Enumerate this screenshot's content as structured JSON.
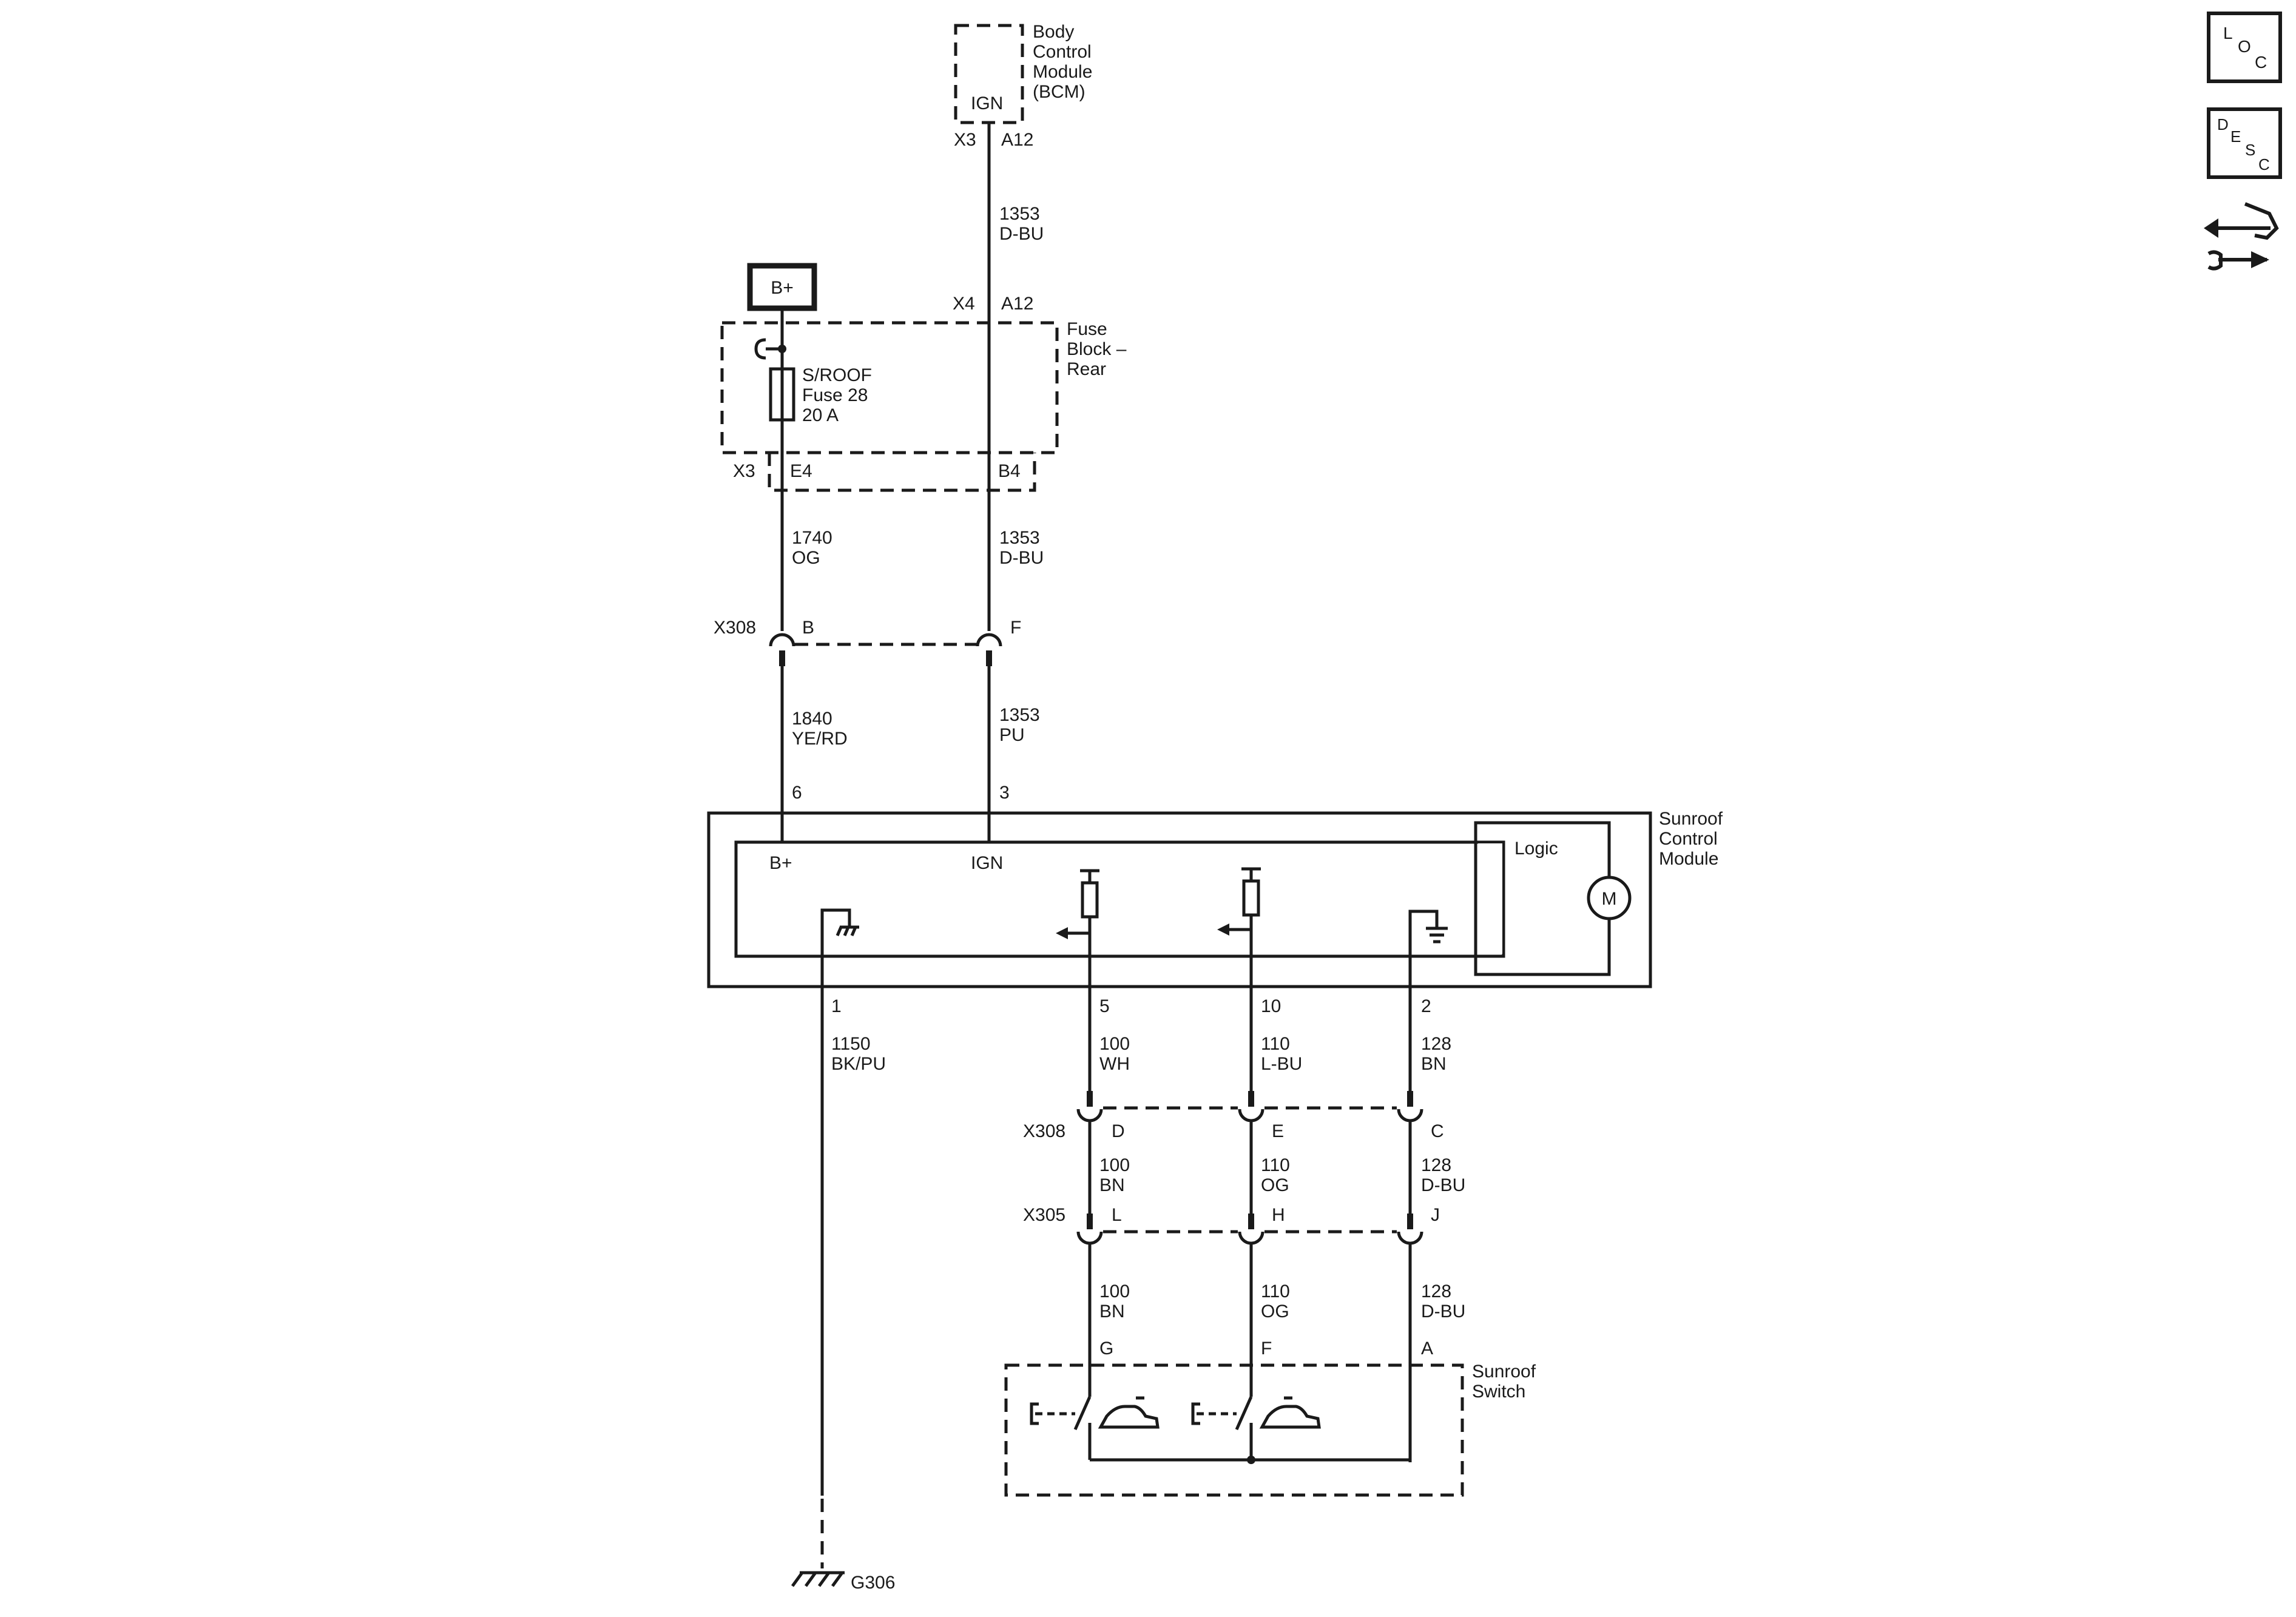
{
  "labels": {
    "bcm_name": [
      "Body",
      "Control",
      "Module",
      "(BCM)"
    ],
    "bcm_ign": "IGN",
    "bcm_conn": "X3",
    "bcm_pin": "A12",
    "circuit_top": [
      "1353",
      "D-BU"
    ],
    "fb_conn_top": "X4",
    "fb_pin_top": "A12",
    "bplus": "B+",
    "fuse_block_name": [
      "Fuse",
      "Block –",
      "Rear"
    ],
    "fuse": [
      "S/ROOF",
      "Fuse 28",
      "20 A"
    ],
    "fb_conn_bottom": "X3",
    "fb_pin_e4": "E4",
    "fb_pin_b4": "B4",
    "circuit_1740": [
      "1740",
      "OG"
    ],
    "circuit_1353_dbu": [
      "1353",
      "D-BU"
    ],
    "x308_top": "X308",
    "x308_pin_b": "B",
    "x308_pin_f": "F",
    "circuit_1840": [
      "1840",
      "YE/RD"
    ],
    "circuit_1353_pu": [
      "1353",
      "PU"
    ],
    "scm_pin_6": "6",
    "scm_pin_3": "3",
    "scm_name": [
      "Sunroof",
      "Control",
      "Module"
    ],
    "scm_bplus": "B+",
    "scm_ign": "IGN",
    "scm_logic": "Logic",
    "motor": "M",
    "scm_pin_1": "1",
    "scm_pin_5": "5",
    "scm_pin_10": "10",
    "scm_pin_2": "2",
    "circuit_1150": [
      "1150",
      "BK/PU"
    ],
    "circuit_100_wh": [
      "100",
      "WH"
    ],
    "circuit_110_lbu": [
      "110",
      "L-BU"
    ],
    "circuit_128_bn": [
      "128",
      "BN"
    ],
    "x308_bottom": "X308",
    "x308_pin_d": "D",
    "x308_pin_e": "E",
    "x308_pin_c": "C",
    "circuit_100_bn_a": [
      "100",
      "BN"
    ],
    "circuit_110_og_a": [
      "110",
      "OG"
    ],
    "circuit_128_dbu_a": [
      "128",
      "D-BU"
    ],
    "x305": "X305",
    "x305_pin_l": "L",
    "x305_pin_h": "H",
    "x305_pin_j": "J",
    "circuit_100_bn_b": [
      "100",
      "BN"
    ],
    "circuit_110_og_b": [
      "110",
      "OG"
    ],
    "circuit_128_dbu_b": [
      "128",
      "D-BU"
    ],
    "sw_pin_g": "G",
    "sw_pin_f": "F",
    "sw_pin_a": "A",
    "sunroof_switch": [
      "Sunroof",
      "Switch"
    ],
    "ground": "G306"
  },
  "icons": {
    "loc": [
      "L",
      "O",
      "C"
    ],
    "desc": [
      "D",
      "E",
      "S",
      "C"
    ],
    "navigation": "connector-navigation-icon"
  }
}
